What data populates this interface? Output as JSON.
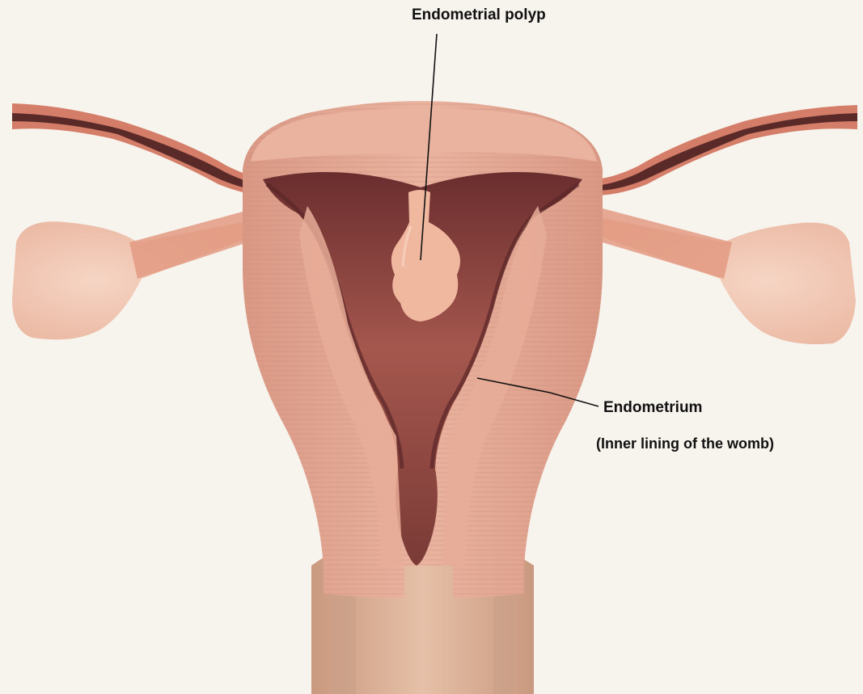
{
  "labels": {
    "polyp": "Endometrial polyp",
    "endometrium": "Endometrium",
    "endometrium_sub": "(Inner lining of the womb)"
  },
  "colors": {
    "background": "#f7f3ed",
    "uterus_wall": "#e2a48f",
    "uterus_wall_light": "#eeb9a4",
    "cavity": "#8e4a44",
    "cavity_dark": "#5a2628",
    "polyp": "#f1b8a0",
    "ovary": "#f1c4b0",
    "tube": "#c86e5c",
    "cervix": "#d8ad93"
  }
}
